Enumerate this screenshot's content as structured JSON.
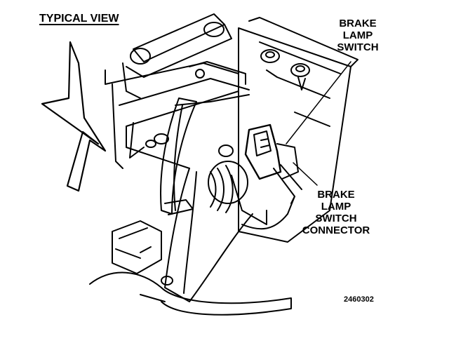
{
  "diagram": {
    "view_title": "TYPICAL VIEW",
    "callouts": [
      {
        "id": "switch",
        "lines": [
          "BRAKE",
          "LAMP",
          "SWITCH"
        ]
      },
      {
        "id": "connector",
        "lines": [
          "BRAKE",
          "LAMP",
          "SWITCH",
          "CONNECTOR"
        ]
      }
    ],
    "figure_number": "2460302"
  },
  "colors": {
    "ink": "#000000",
    "paper": "#ffffff"
  }
}
